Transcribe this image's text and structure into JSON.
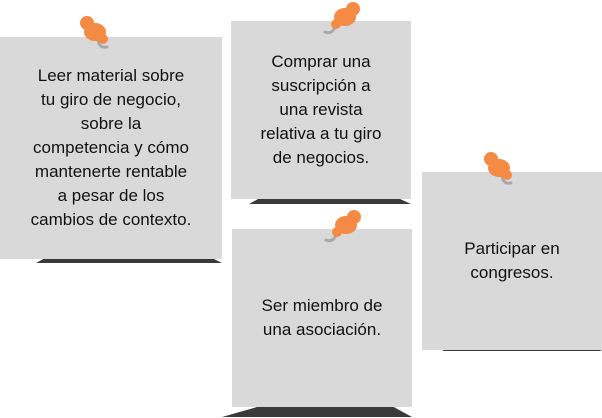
{
  "notes": [
    {
      "id": "note-1",
      "text": "Leer material sobre\ntu giro de negocio,\nsobre la\ncompetencia y cómo\nmantenerte rentable\na pesar de los\ncambios de contexto."
    },
    {
      "id": "note-2",
      "text": "Comprar una\nsuscripción a\nuna revista\nrelativa a tu giro\nde negocios."
    },
    {
      "id": "note-3",
      "text": "Ser miembro de\nuna asociación."
    },
    {
      "id": "note-4",
      "text": "Participar en\ncongresos."
    }
  ],
  "colors": {
    "note_fill": "#d9d9d9",
    "pin": "#f58a44",
    "pin_shadow": "#a9a9a9",
    "text": "#111111"
  },
  "icons": {
    "pin": "push-pin-icon"
  }
}
